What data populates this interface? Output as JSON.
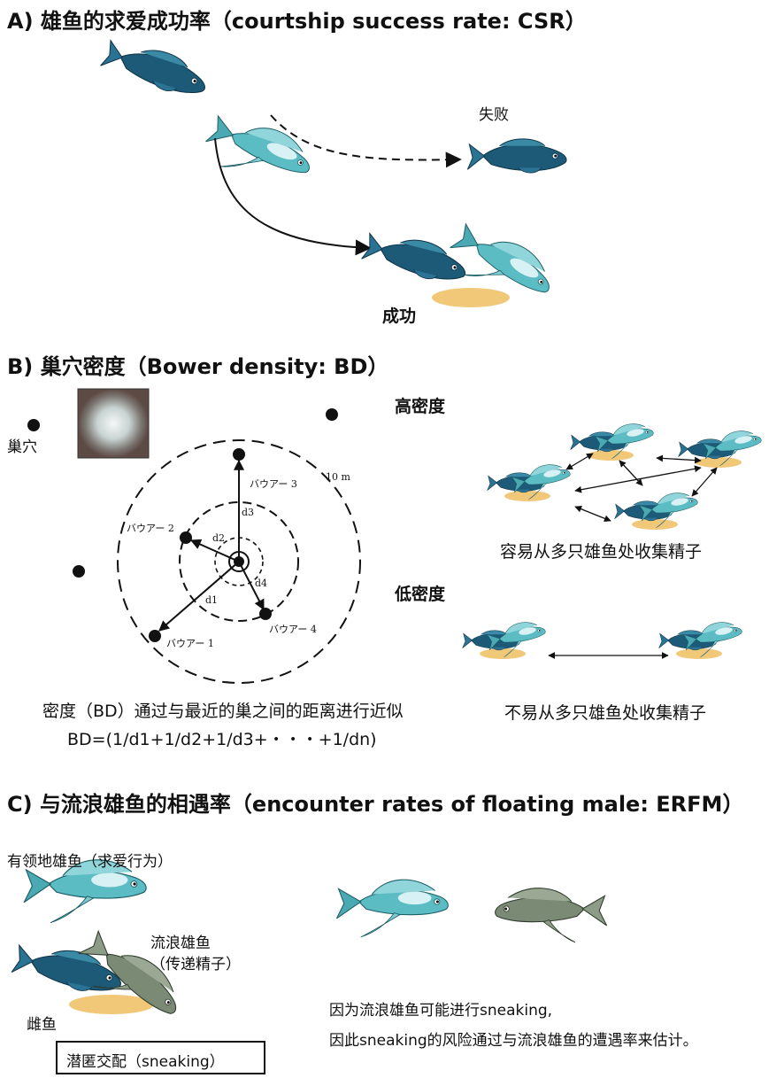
{
  "sectionA": {
    "title": "A) 雄鱼的求爱成功率（courtship success rate: CSR）",
    "fail": "失败",
    "success": "成功"
  },
  "sectionB": {
    "title": "B) 巢穴密度（Bower density: BD）",
    "nest": "巢穴",
    "bower1": "バウアー 1",
    "bower2": "バウアー 2",
    "bower3": "バウアー 3",
    "bower4": "バウアー 4",
    "d1": "d1",
    "d2": "d2",
    "d3": "d3",
    "d4": "d4",
    "distance": "10 m",
    "high_density": "高密度",
    "high_caption": "容易从多只雄鱼处收集精子",
    "low_density": "低密度",
    "low_caption": "不易从多只雄鱼处收集精子",
    "density_note": "密度（BD）通过与最近的巢之间的距离进行近似",
    "formula": "BD=(1/d1+1/d2+1/d3+・・・+1/dn)"
  },
  "sectionC": {
    "title": "C) 与流浪雄鱼的相遇率（encounter rates of floating male: ERFM）",
    "territorial": "有领地雄鱼（求爱行为）",
    "floating": "流浪雄鱼",
    "floating_sub": "（传递精子）",
    "female": "雌鱼",
    "sneaking_box": "潜匿交配（sneaking）",
    "note1": "因为流浪雄鱼可能进行sneaking,",
    "note2": "因此sneaking的风险通过与流浪雄鱼的遭遇率来估计。"
  },
  "colors": {
    "female_fish": "#1c5a78",
    "male_fish": "#5bbcc4",
    "floating_fish": "#7a8a74",
    "bower_sand": "#f0c878",
    "bower_photo": "#9aa6a8"
  }
}
